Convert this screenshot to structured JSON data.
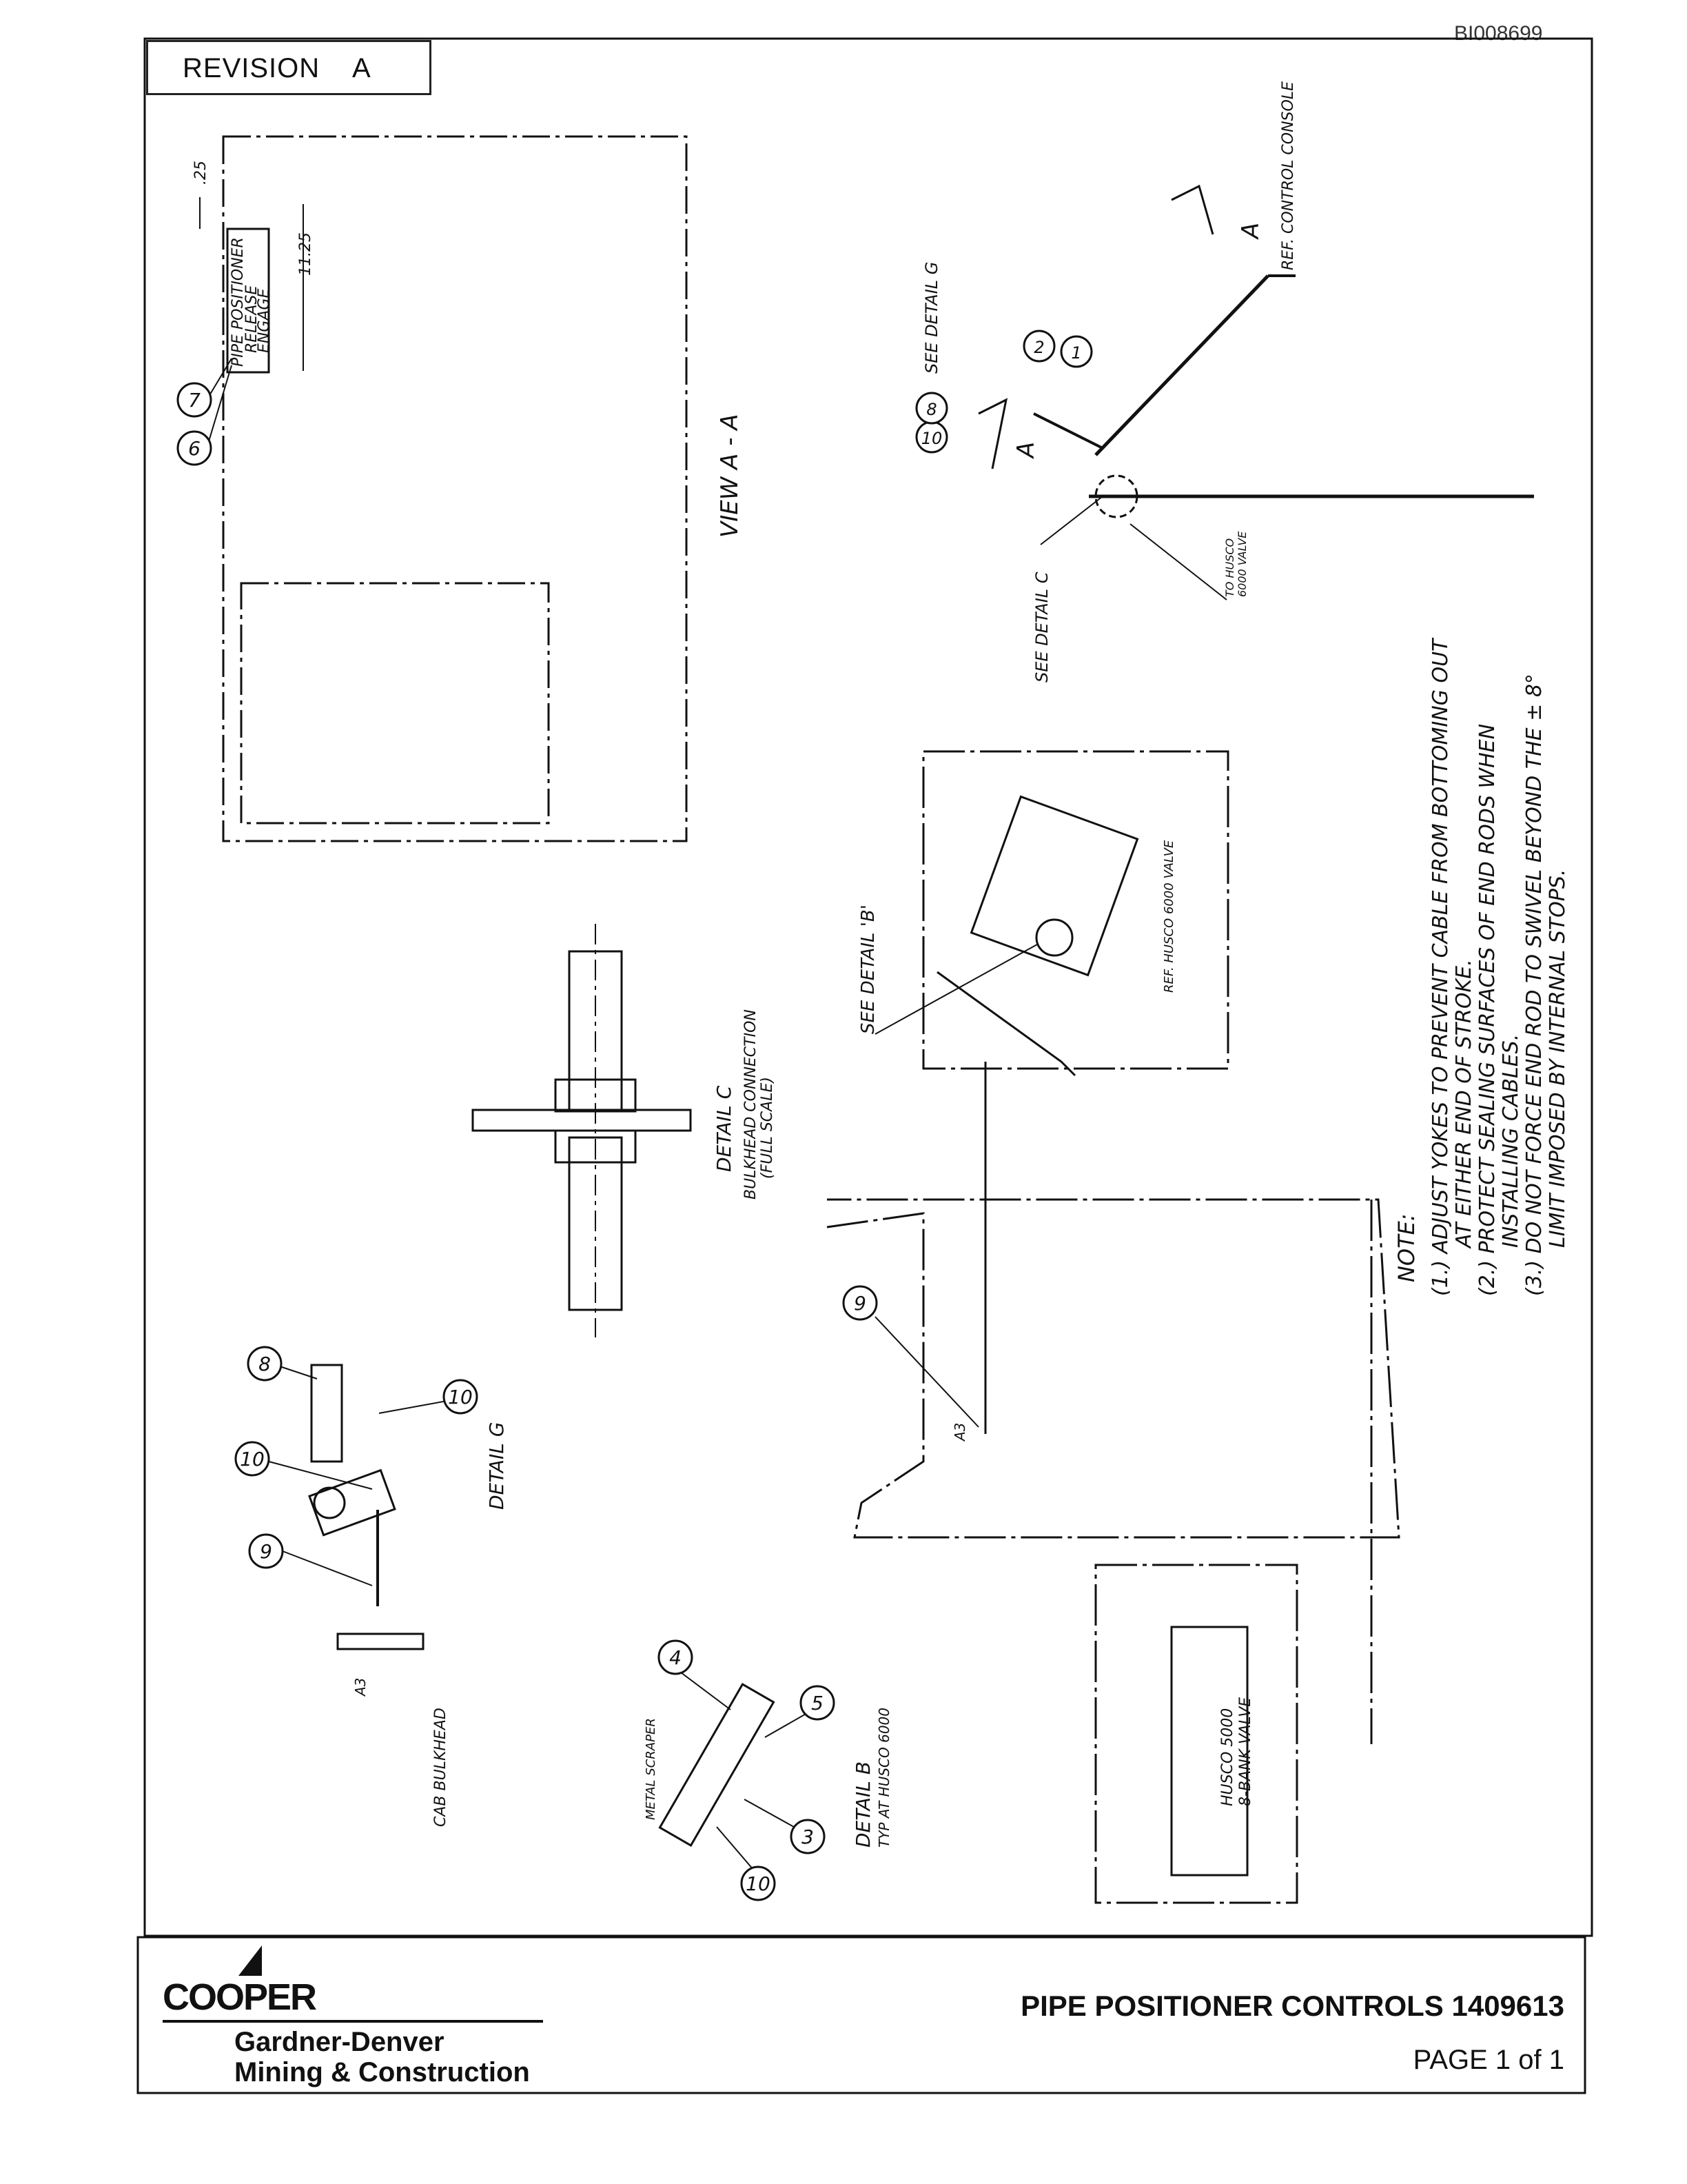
{
  "document": {
    "doc_id": "BI008699",
    "revision_label": "REVISION",
    "revision_value": "A"
  },
  "view_aa": {
    "title": "VIEW  A - A",
    "plate_text": [
      "PIPE POSITIONER",
      "RELEASE",
      "ENGAGE"
    ],
    "dim_offset": ".25",
    "dim_length": "11.25",
    "callouts": [
      "6",
      "7"
    ]
  },
  "main_view": {
    "ref_console": "REF. CONTROL CONSOLE",
    "section_marks": [
      "A",
      "A"
    ],
    "see_detail_g": "SEE DETAIL G",
    "see_detail_c": "SEE DETAIL C",
    "to_husco": [
      "TO HUSCO",
      "6000 VALVE"
    ],
    "callouts": [
      "10",
      "8",
      "2",
      "1"
    ]
  },
  "detail_c": {
    "label": "DETAIL C",
    "desc": "BULKHEAD CONNECTION",
    "scale": "(FULL SCALE)"
  },
  "valve_view": {
    "see_detail_b": "SEE DETAIL 'B'",
    "ref_husco": "REF. HUSCO 6000 VALVE",
    "callout": "9",
    "port_label": "A3"
  },
  "notes": {
    "heading": "NOTE:",
    "lines": [
      "(1.) ADJUST YOKES TO PREVENT CABLE FROM BOTTOMING OUT",
      "AT EITHER END OF STROKE.",
      "(2.) PROTECT SEALING SURFACES OF END RODS WHEN",
      "INSTALLING CABLES.",
      "(3.) DO NOT FORCE END ROD TO SWIVEL BEYOND THE ± 8°",
      "LIMIT IMPOSED BY INTERNAL STOPS."
    ]
  },
  "detail_g": {
    "label": "DETAIL G",
    "cab_bulkhead": "CAB BULKHEAD",
    "port_label": "A3",
    "callouts": [
      "8",
      "10",
      "10",
      "9"
    ]
  },
  "detail_b": {
    "label": "DETAIL B",
    "sub": "TYP AT HUSCO 6000",
    "metal_scraper": "METAL SCRAPER",
    "callouts": [
      "4",
      "5",
      "3",
      "10"
    ]
  },
  "husco_bank": {
    "line1": "HUSCO 5000",
    "line2": "8-BANK VALVE"
  },
  "title_block": {
    "company": "COOPER",
    "division1": "Gardner-Denver",
    "division2": "Mining & Construction",
    "title": "PIPE POSITIONER CONTROLS  1409613",
    "page": "PAGE  1  of  1"
  }
}
